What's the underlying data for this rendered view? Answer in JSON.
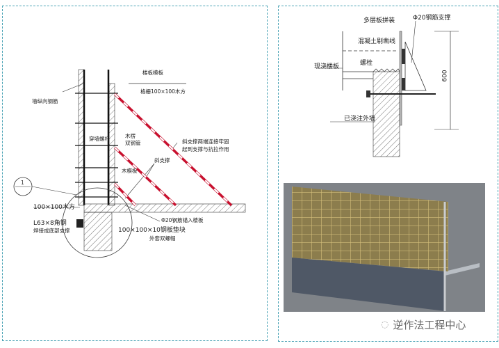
{
  "left_panel": {
    "labels": {
      "floor_formwork": "楼板模板",
      "grid_timber": "格栅100×100木方",
      "wall_rebar": "墙纵向钢筋",
      "through_bolt": "穿墙螺杆",
      "timber_rib": "木楞",
      "double_pipe": "双钢管",
      "brace_note_1": "斜支撑两端连接牢固",
      "brace_note_2": "起到支撑与抗拉作用",
      "diagonal_brace": "斜支撑",
      "timber_formwork": "木模板",
      "detail_mark": "1",
      "timber_100": "100×100木方",
      "angle_steel": "L63×8角钢",
      "angle_steel_note": "焊接成底部支撑",
      "rebar_anchor": "Φ20钢筋锚入楼板",
      "steel_pad": "100×100×10钢板垫块",
      "double_nut": "外套双螺帽"
    },
    "brace_colors": [
      "#c8102e",
      "#ffffff"
    ]
  },
  "right_panel": {
    "labels": {
      "plywood": "多层板拼装",
      "rebar_support": "Φ20钢筋支撑",
      "roughening": "混凝土剔凿线",
      "cast_slab": "现浇楼板",
      "bolt": "螺栓",
      "outer_wall": "已浇注外墙",
      "dimension": "600"
    }
  },
  "watermark": {
    "text": "逆作法工程中心",
    "icon": "wechat-icon"
  }
}
